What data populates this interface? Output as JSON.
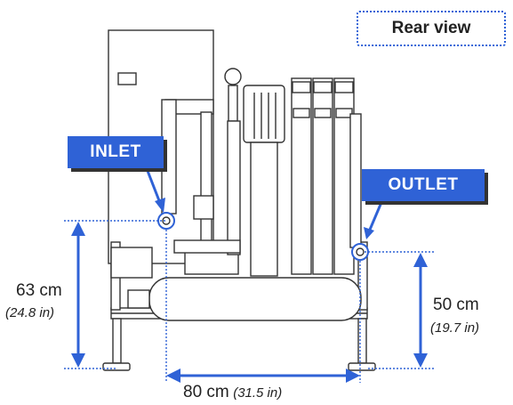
{
  "view_label": "Rear view",
  "inlet_label": "INLET",
  "outlet_label": "OUTLET",
  "dimensions": {
    "height_inlet": {
      "metric": "63 cm",
      "imperial": "(24.8 in)"
    },
    "height_outlet": {
      "metric": "50 cm",
      "imperial": "(19.7 in)"
    },
    "width": {
      "metric": "80 cm",
      "imperial": "(31.5 in)"
    }
  },
  "colors": {
    "accent": "#2f62d6",
    "outline": "#333333"
  }
}
